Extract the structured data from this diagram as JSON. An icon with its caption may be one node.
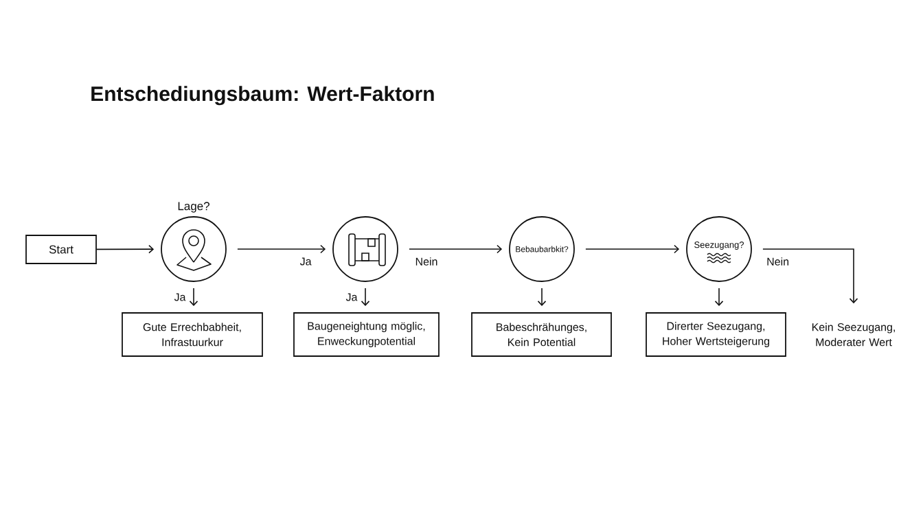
{
  "diagram": {
    "title": "Entschediungsbaum: Wert-Faktorn",
    "nodes": [
      {
        "text": [
          "Start"
        ]
      },
      {
        "text": [
          "Lage?"
        ]
      },
      {
        "text": [],
        "shape": "circle"
      },
      {
        "text": [
          "Bebaubarbkit?"
        ]
      },
      {
        "text": [
          "Seezugang?"
        ]
      },
      {
        "text": [
          "Gute Errechbabheit, Infrastuurkur"
        ]
      },
      {
        "text": [
          "Baugeneightung möglic, Enweckungpotential"
        ]
      },
      {
        "text": [
          "Babeschrähunges, Kein Potential"
        ]
      },
      {
        "text": [
          "Direrter Seezugang, Hoher Wertsteigerung"
        ]
      },
      {
        "text": [
          "Kein Seezugang, Moderater Wert"
        ]
      }
    ],
    "edges": [
      {
        "from": 0,
        "to": 1,
        "arrow": "to"
      },
      {
        "from": 1,
        "to": 5,
        "arrow": "to",
        "label": "Ja"
      },
      {
        "from": 1,
        "to": 2,
        "arrow": "to",
        "label": "Ja"
      },
      {
        "from": 2,
        "to": 6,
        "arrow": "to",
        "label": "Ja"
      },
      {
        "from": 2,
        "to": 3,
        "arrow": "to",
        "label": "Nein"
      },
      {
        "from": 3,
        "to": 7,
        "arrow": "to"
      },
      {
        "from": 3,
        "to": 4,
        "arrow": "to"
      },
      {
        "from": 4,
        "to": 8,
        "arrow": "to"
      },
      {
        "from": 4,
        "to": 9,
        "arrow": "to",
        "label": "Nein"
      }
    ]
  }
}
